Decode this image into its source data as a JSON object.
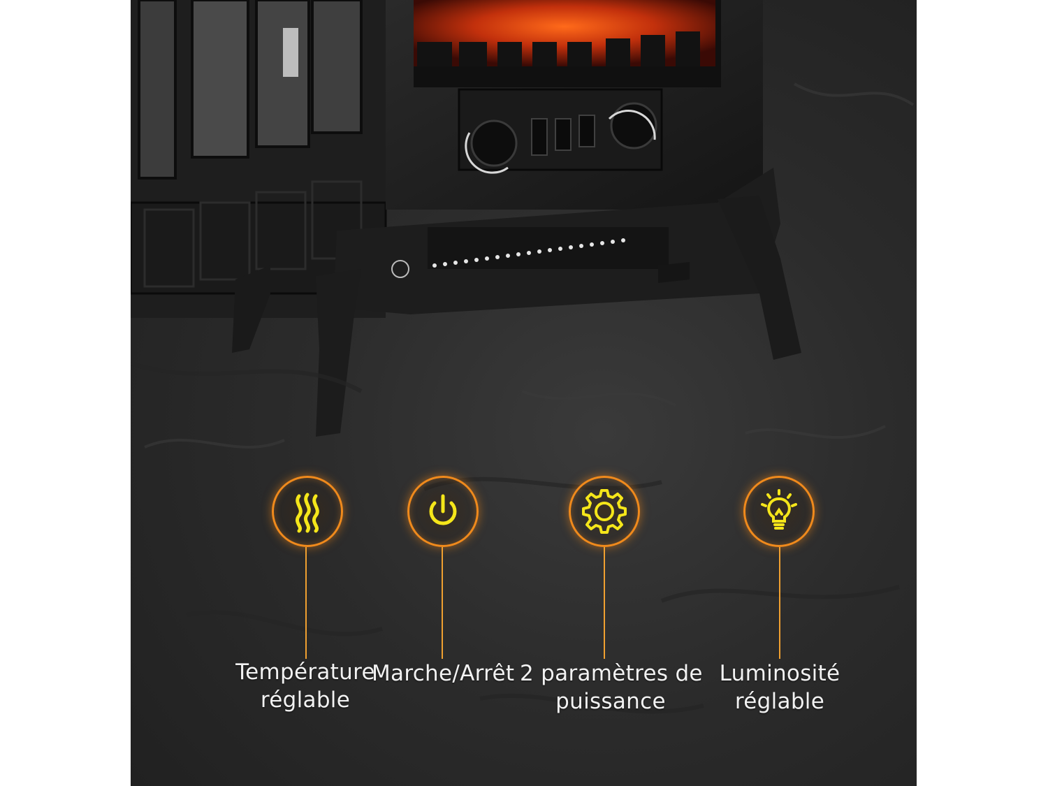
{
  "features": [
    {
      "icon": "heat-waves-icon",
      "line1": "Température",
      "line2": "réglable"
    },
    {
      "icon": "power-icon",
      "line1": "Marche/Arrêt",
      "line2": ""
    },
    {
      "icon": "gear-icon",
      "line1": "2 paramètres de",
      "line2": "puissance"
    },
    {
      "icon": "lightbulb-icon",
      "line1": "Luminosité",
      "line2": "réglable"
    }
  ],
  "colors": {
    "accent": "#f08a1c",
    "icon": "#f5e61a",
    "text": "#f2f2f2"
  }
}
